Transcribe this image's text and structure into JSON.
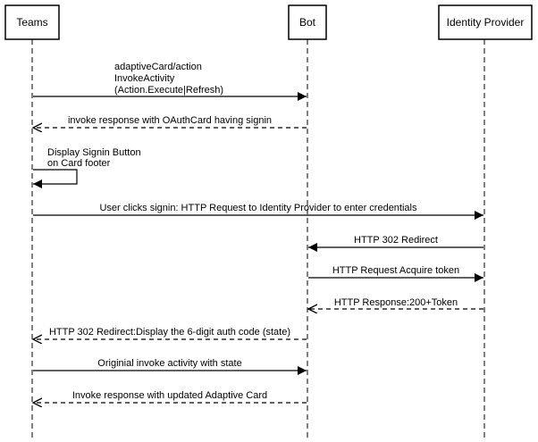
{
  "participants": [
    {
      "id": "teams",
      "label": "Teams"
    },
    {
      "id": "bot",
      "label": "Bot"
    },
    {
      "id": "idp",
      "label": "Identity Provider"
    }
  ],
  "messages": [
    {
      "from": "teams",
      "to": "bot",
      "style": "solid",
      "lines": [
        "adaptiveCard/action",
        "InvokeActivity",
        "(Action.Execute|Refresh)"
      ]
    },
    {
      "from": "bot",
      "to": "teams",
      "style": "dashed",
      "lines": [
        "invoke response with OAuthCard having signin"
      ]
    },
    {
      "from": "teams",
      "to": "teams",
      "style": "self",
      "lines": [
        "Display Signin Button",
        "on Card footer"
      ]
    },
    {
      "from": "teams",
      "to": "idp",
      "style": "solid",
      "lines": [
        "User clicks signin: HTTP Request to Identity Provider to enter credentials"
      ]
    },
    {
      "from": "idp",
      "to": "bot",
      "style": "solid",
      "lines": [
        "HTTP 302 Redirect"
      ]
    },
    {
      "from": "bot",
      "to": "idp",
      "style": "solid",
      "lines": [
        "HTTP Request Acquire token"
      ]
    },
    {
      "from": "idp",
      "to": "bot",
      "style": "dashed",
      "lines": [
        "HTTP Response:200+Token"
      ]
    },
    {
      "from": "bot",
      "to": "teams",
      "style": "dashed",
      "lines": [
        "HTTP 302 Redirect:Display the 6-digit auth code (state)"
      ]
    },
    {
      "from": "teams",
      "to": "bot",
      "style": "solid",
      "lines": [
        "Originial invoke activity with state"
      ]
    },
    {
      "from": "bot",
      "to": "teams",
      "style": "dashed",
      "lines": [
        "Invoke response with updated Adaptive Card"
      ]
    }
  ]
}
